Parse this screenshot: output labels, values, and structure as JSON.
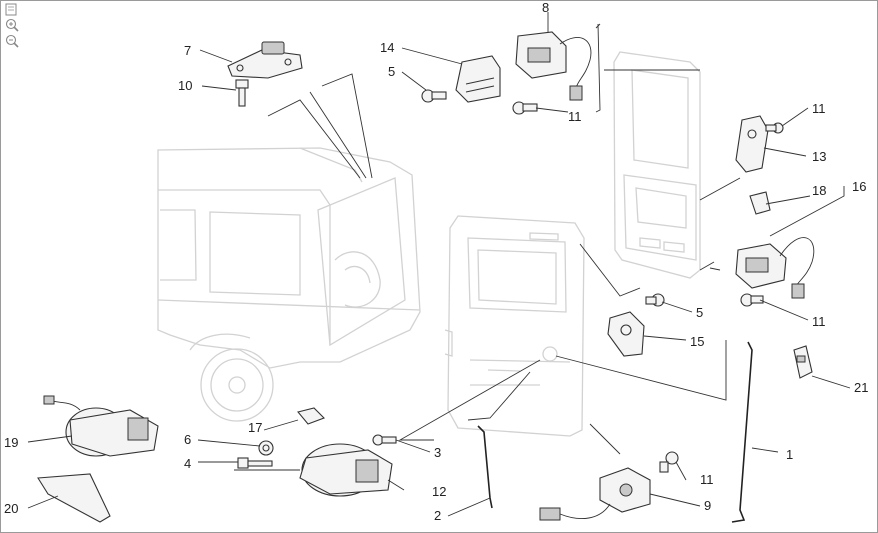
{
  "toolbar": {
    "fit_icon": "fit-page-icon",
    "zoom_in_icon": "zoom-in-icon",
    "zoom_out_icon": "zoom-out-icon"
  },
  "callouts": {
    "c1": "1",
    "c2": "2",
    "c3": "3",
    "c4": "4",
    "c5a": "5",
    "c5b": "5",
    "c6": "6",
    "c7": "7",
    "c8": "8",
    "c9": "9",
    "c10": "10",
    "c11a": "11",
    "c11b": "11",
    "c11c": "11",
    "c11d": "11",
    "c12": "12",
    "c13": "13",
    "c14": "14",
    "c15": "15",
    "c16": "16",
    "c17": "17",
    "c18": "18",
    "c19": "19",
    "c20": "20",
    "c21": "21"
  }
}
